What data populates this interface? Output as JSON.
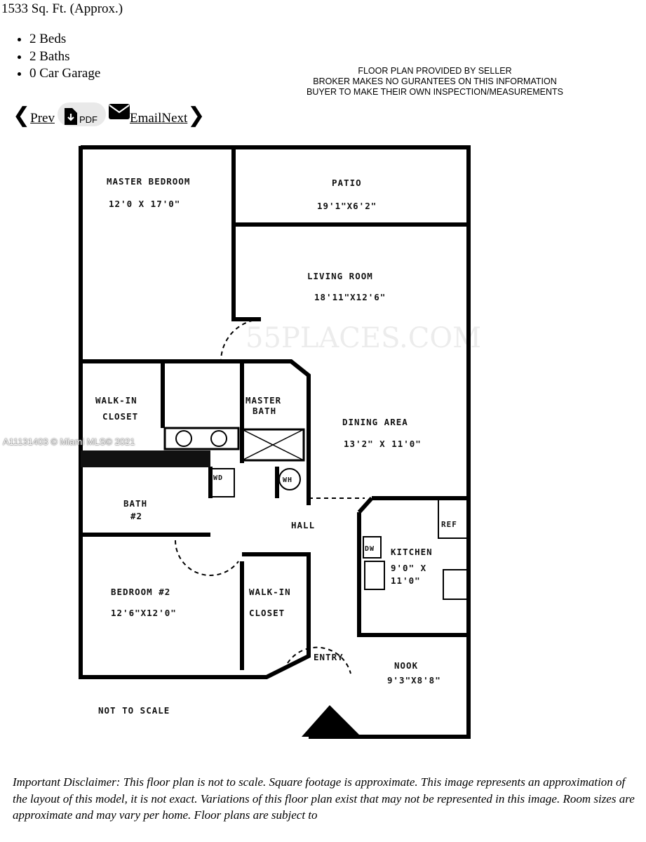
{
  "listing": {
    "sqft": "1533 Sq. Ft. (Approx.)",
    "features": [
      "2 Beds",
      "2 Baths",
      "0 Car Garage"
    ]
  },
  "nav": {
    "prev_label": "Prev",
    "pdf_label": "PDF",
    "email_label": "Email",
    "next_label": "Next"
  },
  "notice": [
    "FLOOR PLAN PROVIDED BY SELLER",
    "BROKER MAKES NO GURANTEES ON THIS INFORMATION",
    "BUYER TO MAKE THEIR OWN INSPECTION/MEASUREMENTS"
  ],
  "floorplan": {
    "rooms": [
      {
        "name": "MASTER BEDROOM",
        "size": "12'0 X 17'0\""
      },
      {
        "name": "PATIO",
        "size": "19'1\"X6'2\""
      },
      {
        "name": "LIVING ROOM",
        "size": "18'11\"X12'6\""
      },
      {
        "name": "DINING AREA",
        "size": "13'2\" X 11'0\""
      },
      {
        "name": "KITCHEN",
        "size": "9'0\" X",
        "size2": "11'0\""
      },
      {
        "name": "BEDROOM #2",
        "size": "12'6\"X12'0\""
      },
      {
        "name": "NOOK",
        "size": "9'3\"X8'8\""
      }
    ],
    "labels": {
      "walkin1a": "WALK-IN",
      "walkin1b": "CLOSET",
      "masterbath_a": "MASTER",
      "masterbath_b": "BATH",
      "bath2_a": "BATH",
      "bath2_b": "#2",
      "hall": "HALL",
      "walkin2a": "WALK-IN",
      "walkin2b": "CLOSET",
      "entry": "ENTRY",
      "wd": "WD",
      "wh": "WH",
      "dw": "DW",
      "ref": "REF",
      "not_to_scale": "NOT TO SCALE"
    },
    "watermark": "55PLACES.COM"
  },
  "mls_watermark": "A11131403 © Miami MLS© 2021",
  "disclaimer": "Important Disclaimer: This floor plan is not to scale. Square footage is approximate. This image represents an approximation of the layout of this model, it is not exact. Variations of this floor plan exist that may not be represented in this image. Room sizes are approximate and may vary per home. Floor plans are subject to"
}
